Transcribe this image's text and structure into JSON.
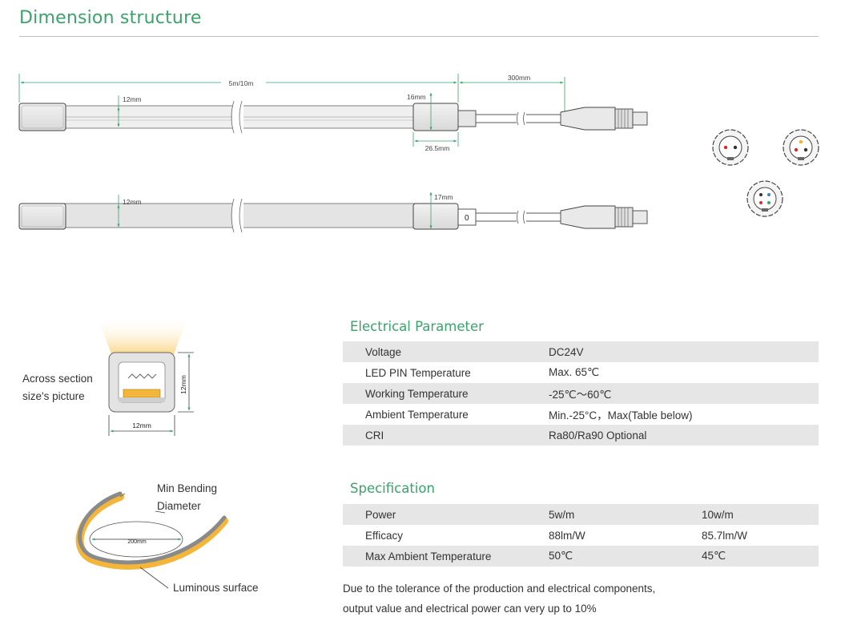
{
  "header": {
    "title": "Dimension structure"
  },
  "drawing": {
    "length_label": "5m/10m",
    "cable_label": "300mm",
    "width_top": "12mm",
    "cap_height_top": "16mm",
    "cap_length": "26.5mm",
    "width_bottom": "12mm",
    "cap_height_bottom": "17mm",
    "switch_mark": "0"
  },
  "cross_section": {
    "caption_line1": "Across section",
    "caption_line2": "size's picture",
    "width_label": "12mm",
    "height_label": "12mm"
  },
  "bending": {
    "title_line1": "Min Bending",
    "title_line2": "Diameter",
    "diameter_label": "200mm",
    "surface_label": "Luminous surface"
  },
  "electrical": {
    "title": "Electrical Parameter",
    "rows": [
      {
        "name": "Voltage",
        "value": "DC24V"
      },
      {
        "name": "LED PIN Temperature",
        "value": "Max. 65℃"
      },
      {
        "name": "Working Temperature",
        "value": "-25℃～60℃"
      },
      {
        "name": "Ambient Temperature",
        "value": "Min.-25°C，Max(Table below)"
      },
      {
        "name": "CRI",
        "value": "Ra80/Ra90 Optional"
      }
    ]
  },
  "specification": {
    "title": "Specification",
    "rows": [
      {
        "name": "Power",
        "v1": "5w/m",
        "v2": "10w/m"
      },
      {
        "name": "Efficacy",
        "v1": "88lm/W",
        "v2": "85.7lm/W"
      },
      {
        "name": "Max Ambient Temperature",
        "v1": "50℃",
        "v2": "45℃"
      }
    ]
  },
  "note": {
    "line1": "Due to the tolerance of the production and electrical components,",
    "line2": "output value and electrical power can very up to 10%"
  },
  "colors": {
    "accent": "#3aa36b",
    "row_shade": "#e6e6e6",
    "glow": "#f7c24f"
  }
}
